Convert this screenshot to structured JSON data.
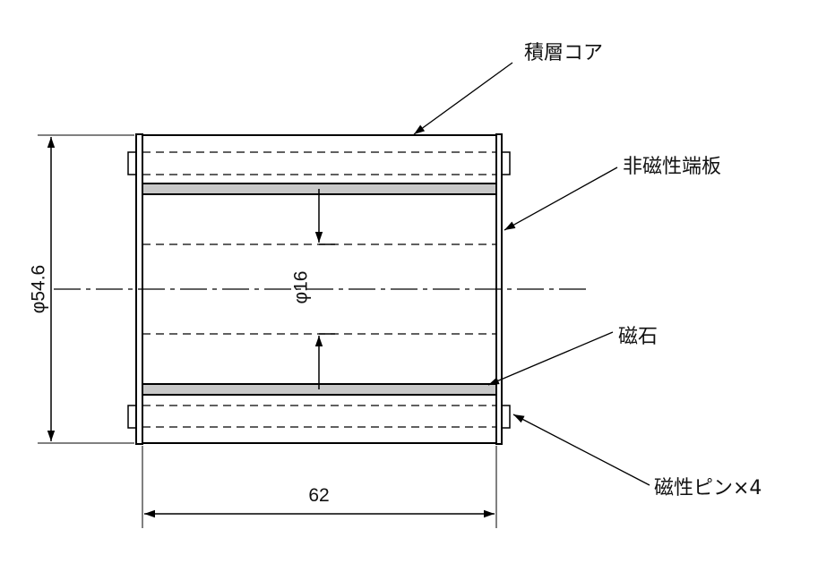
{
  "callouts": {
    "laminated_core": "積層コア",
    "nonmagnetic_end_plate": "非磁性端板",
    "magnet": "磁石",
    "magnetic_pin": "磁性ピン×4"
  },
  "dimensions": {
    "outer_diameter": "φ54.6",
    "inner_diameter": "φ16",
    "length": "62"
  },
  "colors": {
    "line": "#000000",
    "magnet_fill": "#c8c8c8"
  }
}
